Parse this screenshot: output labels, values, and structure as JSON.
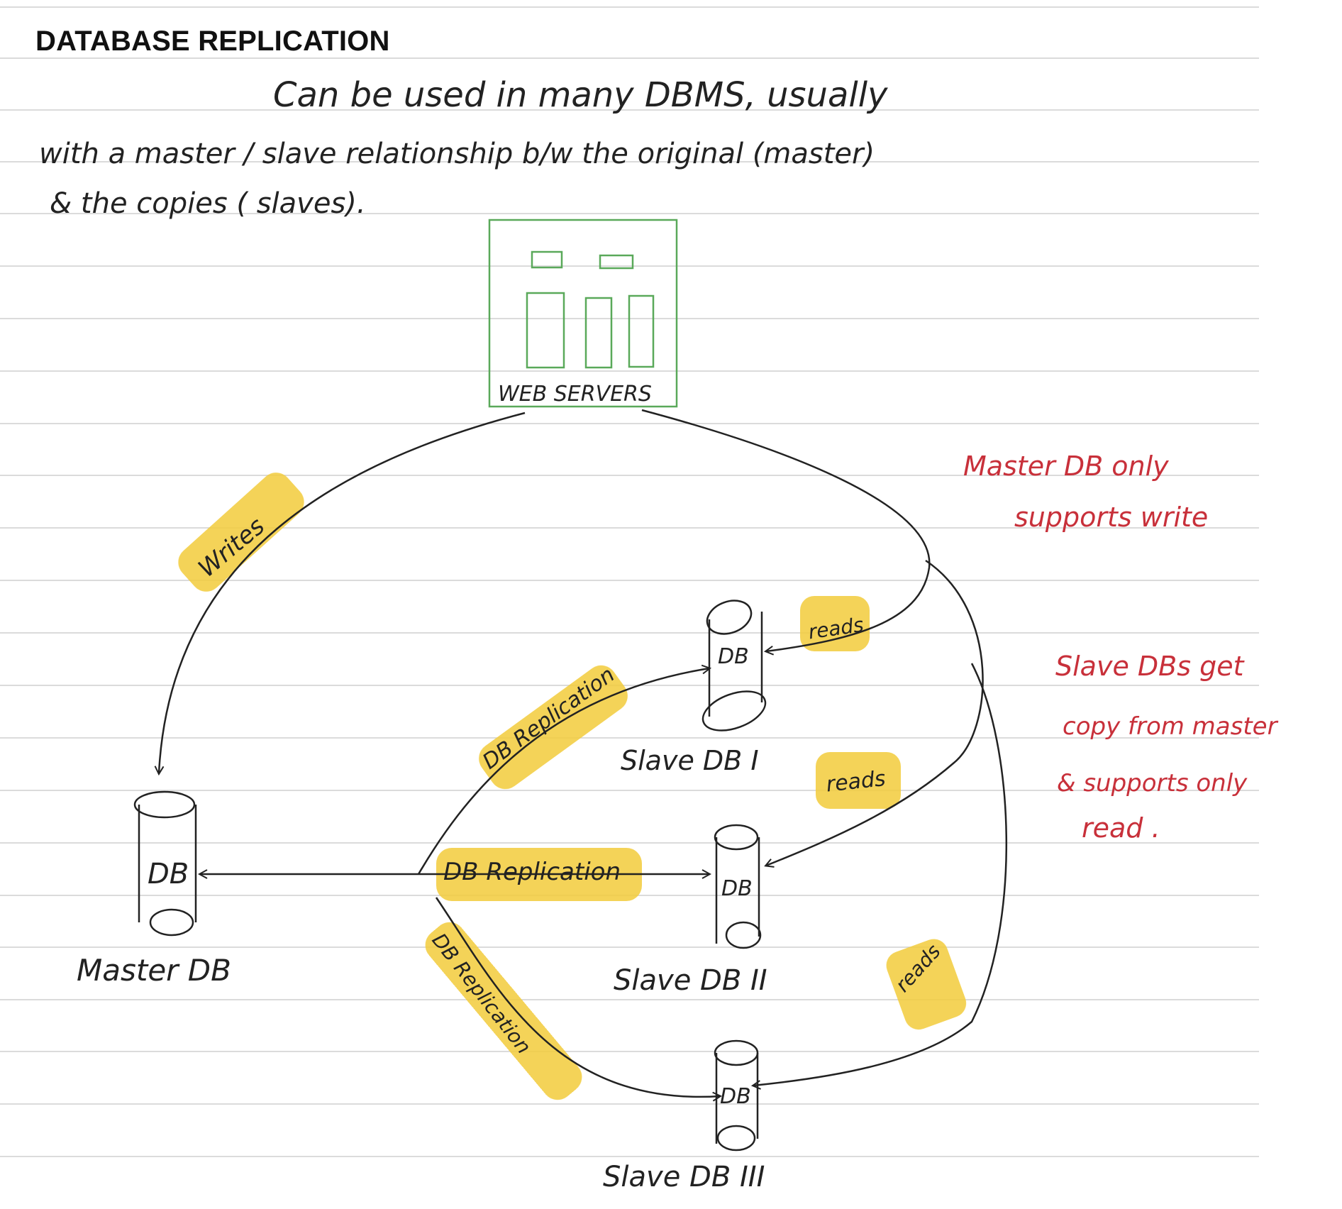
{
  "page": {
    "title": "DATABASE REPLICATION"
  },
  "intro": {
    "line1": "Can   be   used   in   many   DBMS, usually",
    "line2": "with   a   master / slave   relationship   b/w   the   original (master)",
    "line3": "&   the   copies  ( slaves)."
  },
  "web_servers": {
    "label": "WEB  SERVERS"
  },
  "nodes": {
    "master": {
      "cylinder_text": "DB",
      "caption": "Master DB"
    },
    "slave1": {
      "cylinder_text": "DB",
      "caption": "Slave  DB  I"
    },
    "slave2": {
      "cylinder_text": "DB",
      "caption": "Slave  DB  II"
    },
    "slave3": {
      "cylinder_text": "DB",
      "caption": "Slave   DB  III"
    }
  },
  "edges": {
    "writes": "Writes",
    "reads1": "reads",
    "reads2": "reads",
    "reads3": "reads",
    "replication1": "DB Replication",
    "replication2": "DB  Replication",
    "replication3": "DB Replication"
  },
  "notes": {
    "master_line1": "Master  DB   only",
    "master_line2": "supports  write",
    "slave_line1": "Slave  DBs  get",
    "slave_line2": "copy  from  master",
    "slave_line3": "&  supports  only",
    "slave_line4": "read ."
  },
  "colors": {
    "ink": "#222222",
    "ruled_line": "#c9c9c9",
    "highlight": "#f2cc3a",
    "server_box": "#5aa95a",
    "note_red": "#c8303a"
  }
}
